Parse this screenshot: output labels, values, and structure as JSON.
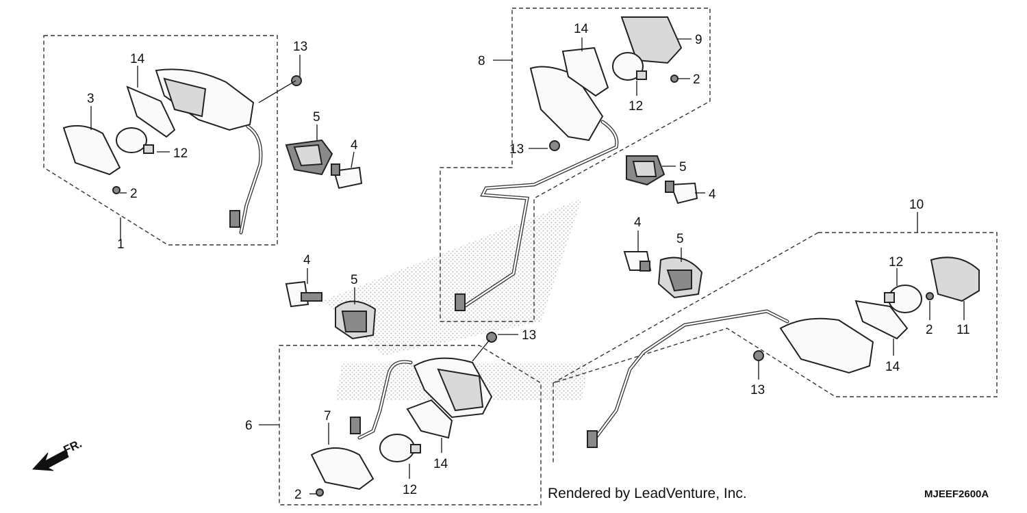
{
  "callouts": {
    "c1": "1",
    "c2a": "2",
    "c3": "3",
    "c12a": "12",
    "c13a": "13",
    "c14a": "14",
    "c5a": "5",
    "c4a": "4",
    "c8": "8",
    "c14b": "14",
    "c9": "9",
    "c2b": "2",
    "c12b": "12",
    "c13b": "13",
    "c5b": "5",
    "c4b": "4",
    "c4c": "4",
    "c5c": "5",
    "c4d": "4",
    "c5d": "5",
    "c10": "10",
    "c12c": "12",
    "c2c": "2",
    "c11": "11",
    "c14c": "14",
    "c13c": "13",
    "c13d": "13",
    "c6": "6",
    "c7": "7",
    "c14d": "14",
    "c12d": "12",
    "c2d": "2"
  },
  "direction_label": "FR.",
  "credit": "Rendered by LeadVenture, Inc.",
  "diagram_code": "MJEEF2600A"
}
